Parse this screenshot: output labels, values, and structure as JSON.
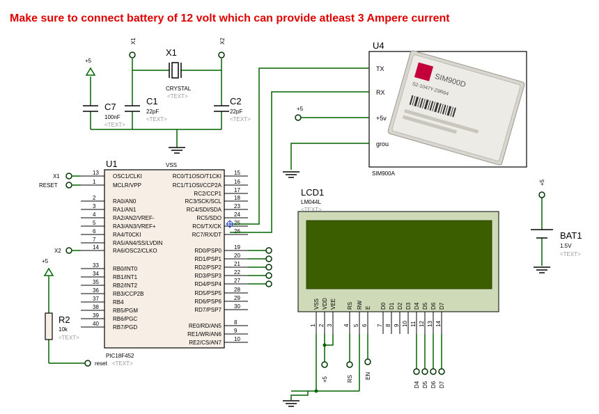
{
  "title": "Make sure to connect battery of 12 volt which can provide atleast 3 Ampere current",
  "colors": {
    "title": "#e00000",
    "wire": "#006400",
    "body": "#f7efe6",
    "lcd_screen": "#3b5e00",
    "lcd_frame": "#cfdbb8",
    "pin_end": "#003300",
    "text_placeholder": "#9a9a9a"
  },
  "placeholder": "<TEXT>",
  "plus5": "+5",
  "crystal": {
    "x1_left": "X1",
    "x2_right": "X2",
    "ref": "X1",
    "value": "CRYSTAL"
  },
  "c7": {
    "ref": "C7",
    "value": "100nF"
  },
  "c1": {
    "ref": "C1",
    "value": "22pF"
  },
  "c2": {
    "ref": "C2",
    "value": "22pF"
  },
  "u1": {
    "ref": "U1",
    "part": "PIC18F452",
    "vss": "VSS",
    "left_pins": [
      {
        "num": "13",
        "name": "OSC1/CLKI"
      },
      {
        "num": "1",
        "name": "MCLR/VPP"
      },
      {
        "num": "2",
        "name": "RA0/AN0"
      },
      {
        "num": "3",
        "name": "RA1/AN1"
      },
      {
        "num": "4",
        "name": "RA2/AN2/VREF-"
      },
      {
        "num": "5",
        "name": "RA3/AN3/VREF+"
      },
      {
        "num": "6",
        "name": "RA4/T0CKI"
      },
      {
        "num": "7",
        "name": "RA5/AN4/SS/LVDIN"
      },
      {
        "num": "14",
        "name": "RA6/OSC2/CLKO"
      },
      {
        "num": "33",
        "name": "RB0/INT0"
      },
      {
        "num": "34",
        "name": "RB1/INT1"
      },
      {
        "num": "35",
        "name": "RB2/INT2"
      },
      {
        "num": "36",
        "name": "RB3/CCP2B"
      },
      {
        "num": "37",
        "name": "RB4"
      },
      {
        "num": "38",
        "name": "RB5/PGM"
      },
      {
        "num": "39",
        "name": "RB6/PGC"
      },
      {
        "num": "40",
        "name": "RB7/PGD"
      }
    ],
    "right_pins": [
      {
        "num": "15",
        "name": "RC0/T1OSO/T1CKI"
      },
      {
        "num": "16",
        "name": "RC1/T1OSI/CCP2A"
      },
      {
        "num": "17",
        "name": "RC2/CCP1"
      },
      {
        "num": "18",
        "name": "RC3/SCK/SCL"
      },
      {
        "num": "23",
        "name": "RC4/SDI/SDA"
      },
      {
        "num": "24",
        "name": "RC5/SDO"
      },
      {
        "num": "25",
        "name": "RC6/TX/CK"
      },
      {
        "num": "26",
        "name": "RC7/RX/DT"
      },
      {
        "num": "19",
        "name": "RD0/PSP0"
      },
      {
        "num": "20",
        "name": "RD1/PSP1"
      },
      {
        "num": "21",
        "name": "RD2/PSP2"
      },
      {
        "num": "22",
        "name": "RD3/PSP3"
      },
      {
        "num": "27",
        "name": "RD4/PSP4"
      },
      {
        "num": "28",
        "name": "RD5/PSP5"
      },
      {
        "num": "29",
        "name": "RD6/PSP6"
      },
      {
        "num": "30",
        "name": "RD7/PSP7"
      },
      {
        "num": "8",
        "name": "RE0/RD/AN5"
      },
      {
        "num": "9",
        "name": "RE1/WR/AN6"
      },
      {
        "num": "10",
        "name": "RE2/CS/AN7"
      }
    ]
  },
  "net_labels": {
    "x1": "X1",
    "reset": "RESET",
    "x2": "X2",
    "reset_lower": "reset"
  },
  "r2": {
    "ref": "R2",
    "value": "10k"
  },
  "u4": {
    "ref": "U4",
    "part": "SIM900A",
    "tx": "TX",
    "rx": "RX",
    "v5": "+5v",
    "gnd": "grou",
    "chip_brand": "SIM900D",
    "chip_code": "S2-1047Y-Z9R64"
  },
  "lcd": {
    "ref": "LCD1",
    "part": "LM044L",
    "pins": [
      {
        "num": "1",
        "name": "VSS"
      },
      {
        "num": "2",
        "name": "VDD"
      },
      {
        "num": "3",
        "name": "VEE"
      },
      {
        "num": "4",
        "name": "RS"
      },
      {
        "num": "5",
        "name": "RW"
      },
      {
        "num": "6",
        "name": "E"
      },
      {
        "num": "7",
        "name": "D0"
      },
      {
        "num": "8",
        "name": "D1"
      },
      {
        "num": "9",
        "name": "D2"
      },
      {
        "num": "10",
        "name": "D3"
      },
      {
        "num": "11",
        "name": "D4"
      },
      {
        "num": "12",
        "name": "D5"
      },
      {
        "num": "13",
        "name": "D6"
      },
      {
        "num": "14",
        "name": "D7"
      }
    ],
    "bottom_labels": [
      "+5",
      "RS",
      "EN",
      "D4",
      "D5",
      "D6",
      "D7"
    ]
  },
  "bat1": {
    "ref": "BAT1",
    "value": "1.5V"
  }
}
